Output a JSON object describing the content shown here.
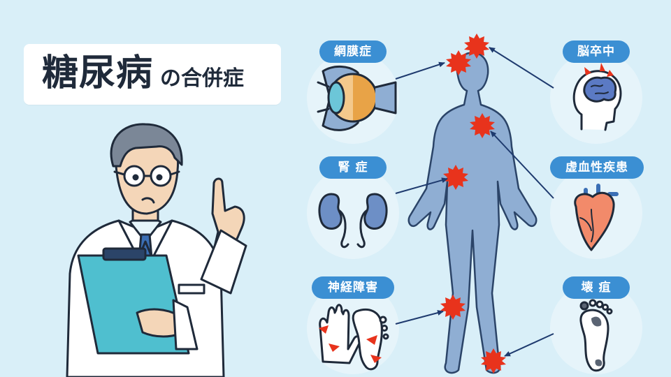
{
  "title": {
    "main": "糖尿病",
    "sub": "の合併症"
  },
  "complications": [
    {
      "label": "網膜症"
    },
    {
      "label": "腎 症"
    },
    {
      "label": "神経障害"
    },
    {
      "label": "脳卒中"
    },
    {
      "label": "虚血性疾患"
    },
    {
      "label": "壊 疽"
    }
  ],
  "colors": {
    "background": "#d9eff8",
    "pill": "#3b8fd3",
    "burst": "#e8331c",
    "body": "#8faed3",
    "circle": "#e6f4fa",
    "arrow": "#1e3a6e"
  },
  "icons": [
    "doctor-illustration",
    "eye-icon",
    "kidney-icon",
    "hands-feet-icon",
    "brain-icon",
    "heart-icon",
    "foot-sole-icon",
    "human-body"
  ]
}
